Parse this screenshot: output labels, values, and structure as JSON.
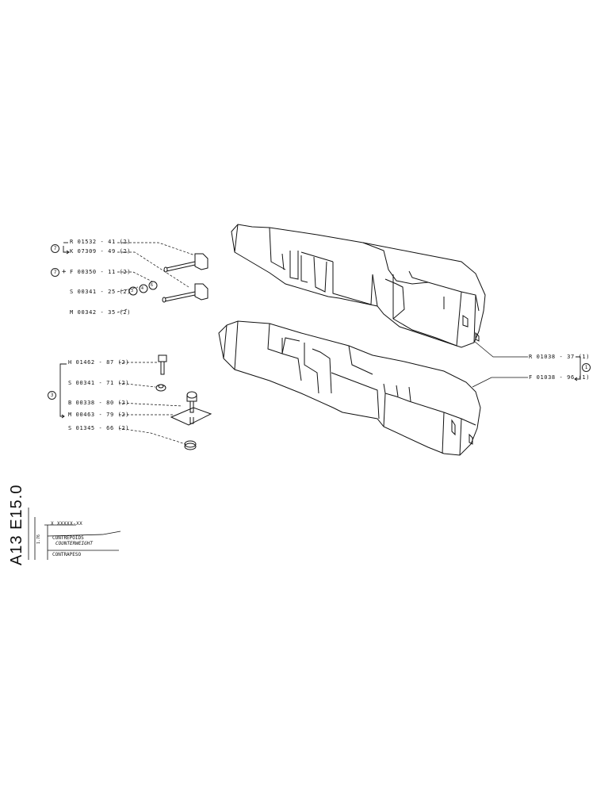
{
  "labels": {
    "r01532": "R 01532 - 41 (2)",
    "k07309": "K 07309 - 49 (2)",
    "f00350": "F 00350 - 11 (2)",
    "s00341_25": "S 00341 - 25 (2)",
    "m00342": "M 00342 - 35 (2)",
    "h01462": "H 01462 - 87 (2)",
    "s00341_71": "S 00341 - 71 (2)",
    "b00338": "B 00338 - 80 (2)",
    "m00463": "M 00463 - 79 (2)",
    "s01345": "S 01345 - 66 (2)",
    "r01038": "R 01038 - 37 (1)",
    "f01038": "F 01038 - 96 (1)"
  },
  "callouts": {
    "c1": "7",
    "c2": "7",
    "c2_plus": "+",
    "c3": "3",
    "c4": "1",
    "nut": "3",
    "washer": "4",
    "spacer": "6"
  },
  "side_code": "A13 E15.0",
  "title_box": {
    "code": "X XXXXX-XX",
    "line1": "CONTREPOIDS",
    "line2": "COUNTERWEIGHT",
    "line3": "CONTRAPESO",
    "mark": "1.76"
  },
  "colors": {
    "ink": "#111111",
    "paper": "#ffffff"
  }
}
